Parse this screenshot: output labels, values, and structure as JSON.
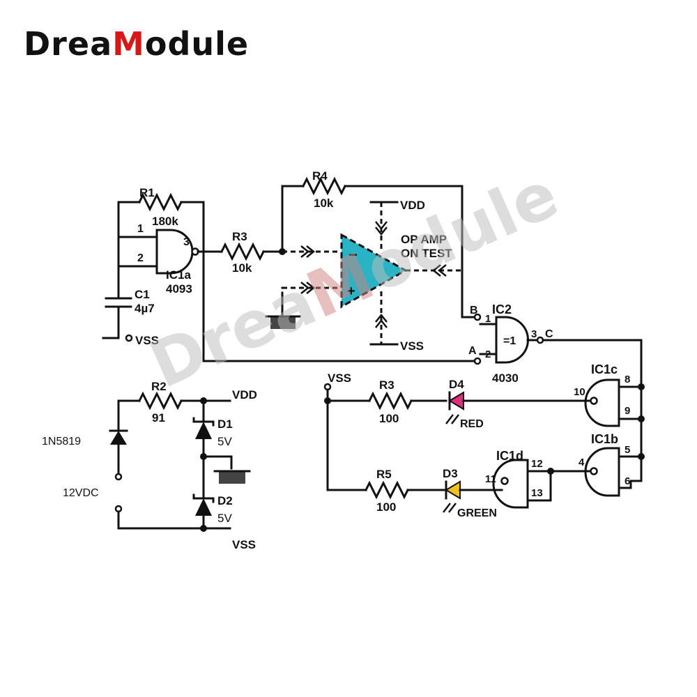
{
  "logo": {
    "prefix": "Drea",
    "accent": "M",
    "suffix": "odule"
  },
  "colors": {
    "logo_accent": "#d81717",
    "opamp_fill": "#2ab3c4",
    "led_red": "#e0307a",
    "led_green": "#f2c21a"
  },
  "oscillator": {
    "r1": {
      "name": "R1",
      "value": "180k"
    },
    "c1": {
      "name": "C1",
      "value": "4µ7"
    },
    "ic1a": {
      "name": "IC1a",
      "part": "4093",
      "pin1": "1",
      "pin2": "2",
      "pin3": "3"
    },
    "vss": "VSS"
  },
  "opamp": {
    "r3": {
      "name": "R3",
      "value": "10k"
    },
    "r4": {
      "name": "R4",
      "value": "10k"
    },
    "vdd": "VDD",
    "vss": "VSS",
    "label1": "OP AMP",
    "label2": "ON TEST",
    "minus": "−",
    "plus": "+"
  },
  "xor_gate": {
    "name": "IC2",
    "part": "4030",
    "symbol": "=1",
    "in_b": "B",
    "in_a": "A",
    "out_c": "C",
    "pin1": "1",
    "pin2": "2",
    "pin3": "3"
  },
  "power": {
    "r2": {
      "name": "R2",
      "value": "91"
    },
    "diode": "1N5819",
    "supply": "12VDC",
    "d1": {
      "name": "D1",
      "value": "5V"
    },
    "d2": {
      "name": "D2",
      "value": "5V"
    },
    "vdd": "VDD",
    "vss": "VSS"
  },
  "indicator": {
    "vss": "VSS",
    "r3": {
      "name": "R3",
      "value": "100"
    },
    "r5": {
      "name": "R5",
      "value": "100"
    },
    "d4": {
      "name": "D4",
      "color": "RED"
    },
    "d3": {
      "name": "D3",
      "color": "GREEN"
    },
    "ic1c": {
      "name": "IC1c",
      "pin_a": "8",
      "pin_b": "9",
      "pin_out": "10"
    },
    "ic1b": {
      "name": "IC1b",
      "pin_a": "5",
      "pin_b": "6",
      "pin_out": "4"
    },
    "ic1d": {
      "name": "IC1d",
      "pin_a": "12",
      "pin_b": "13",
      "pin_out": "11"
    }
  },
  "watermark": {
    "prefix": "Drea",
    "accent": "M",
    "suffix": "odule"
  }
}
